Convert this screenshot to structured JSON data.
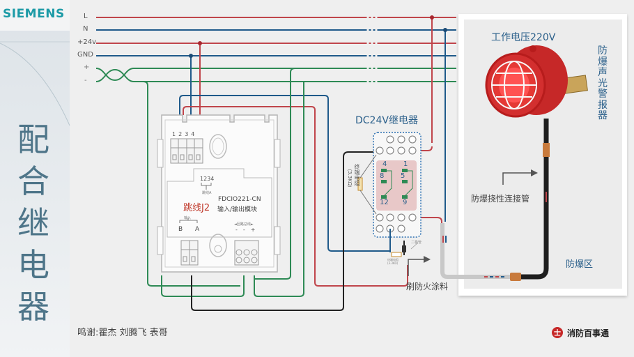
{
  "brand": "SIEMENS",
  "side_title": [
    "配",
    "合",
    "继",
    "电",
    "器"
  ],
  "bus_labels": [
    "L",
    "N",
    "+24v",
    "GND",
    "+",
    "-"
  ],
  "module": {
    "model": "FDCIO221-CN",
    "desc": "输入/输出模块",
    "jumper": "跳线J2",
    "terminals_top": [
      "1",
      "2",
      "3",
      "4"
    ],
    "jumper_pins": "1234",
    "jumper_sub": "跳线A",
    "input_label": "输入",
    "input_pins": [
      "B",
      "A"
    ],
    "loop_label": "◄回路总线►",
    "loop_pins": [
      "-",
      "-",
      "+"
    ]
  },
  "relay": {
    "title": "DC24V继电器",
    "contacts": [
      "4",
      "1",
      "8",
      "5",
      "12",
      "9"
    ],
    "resistor_label": "终端电阻",
    "resistor_value": "（3.3KΩ）",
    "diode_label": "二极管",
    "small_res_label": "终端电阻\n(3.3KΩ)"
  },
  "hazard": {
    "voltage": "工作电压220V",
    "device": [
      "防",
      "爆",
      "声",
      "光",
      "警",
      "报",
      "器"
    ],
    "conduit": "防爆挠性连接管",
    "zone": "防爆区"
  },
  "fireproof": "刷防火涂料",
  "credits": "鸣谢:瞿杰  刘腾飞 表哥",
  "footer_logo": "消防百事通",
  "colors": {
    "red": "#c0454b",
    "blue": "#1f5a8a",
    "green": "#2e8a55",
    "black": "#222222",
    "accent_title": "#4e7589",
    "brand": "#1b9aa6",
    "text_blue": "#2a5f8a"
  }
}
